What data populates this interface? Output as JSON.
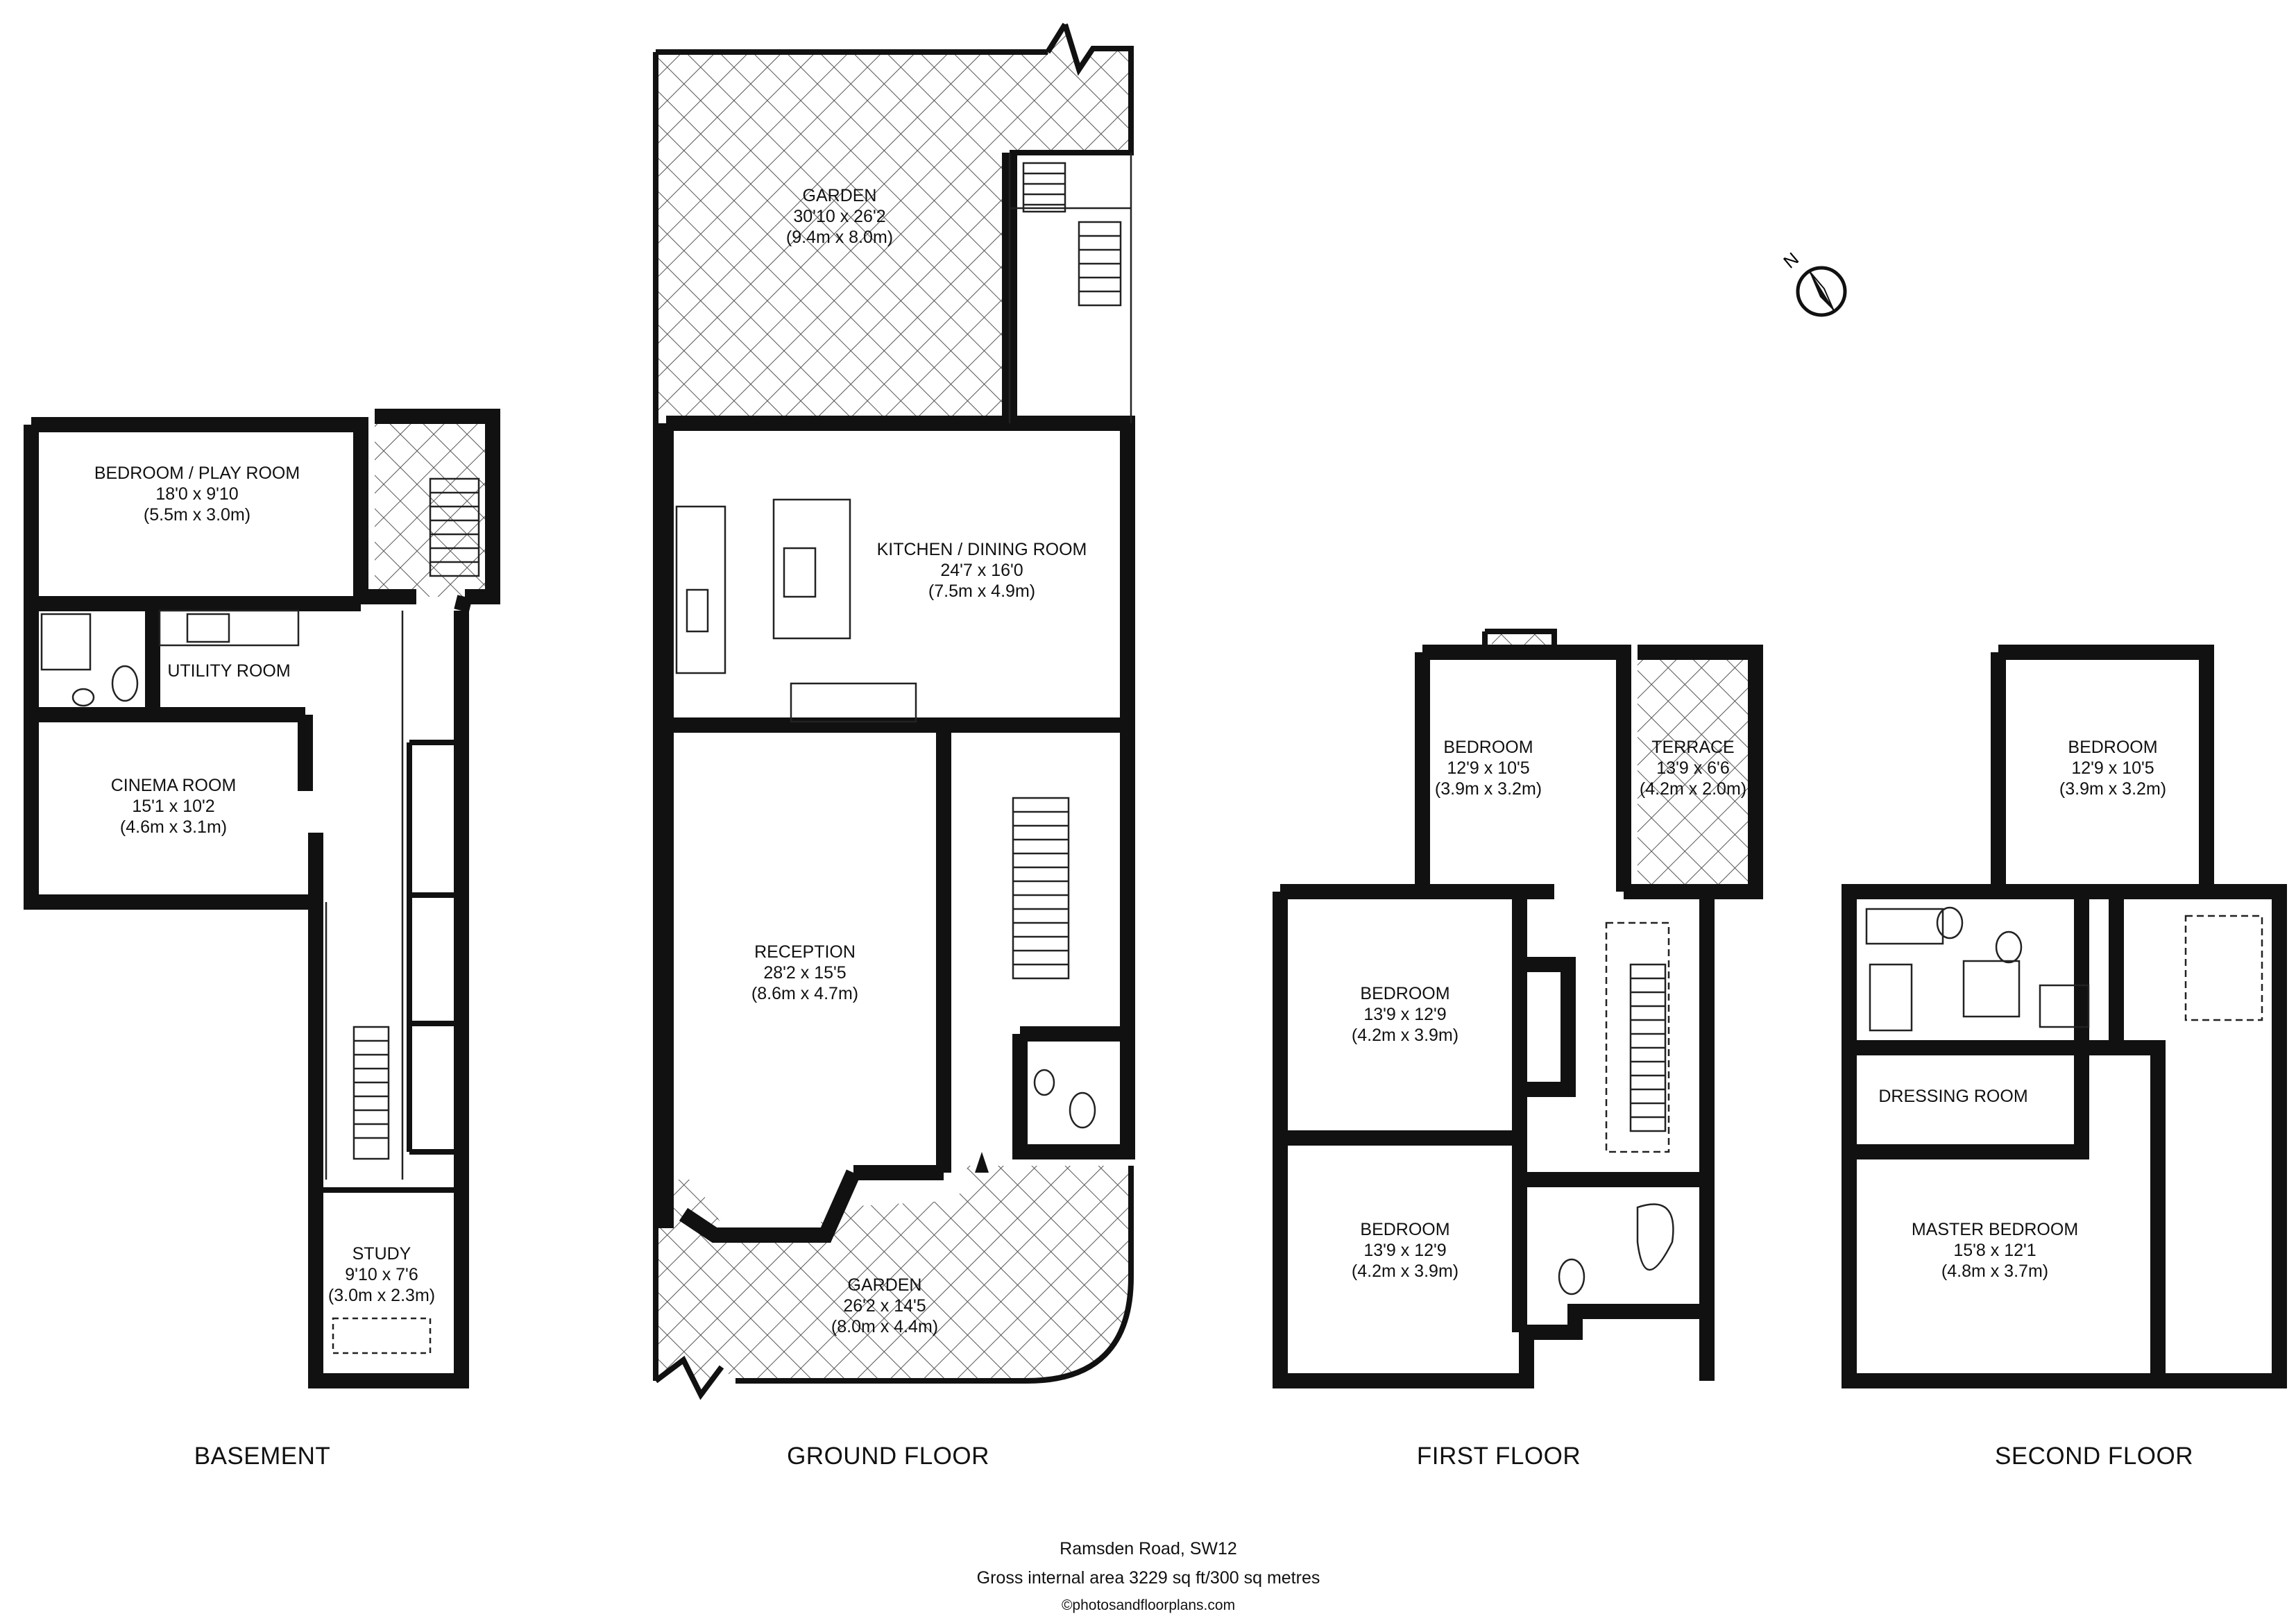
{
  "property": {
    "address": "Ramsden Road, SW12",
    "gross_area": "Gross internal area 3229 sq ft/300 sq metres",
    "copyright": "©photosandfloorplans.com"
  },
  "compass": {
    "label": "N"
  },
  "floors": {
    "basement": {
      "label": "BASEMENT",
      "rooms": {
        "bedroom_play": {
          "name": "BEDROOM / PLAY ROOM",
          "dim_imperial": "18'0 x 9'10",
          "dim_metric": "(5.5m x 3.0m)"
        },
        "utility": {
          "name": "UTILITY ROOM"
        },
        "cinema": {
          "name": "CINEMA ROOM",
          "dim_imperial": "15'1 x 10'2",
          "dim_metric": "(4.6m x 3.1m)"
        },
        "study": {
          "name": "STUDY",
          "dim_imperial": "9'10 x 7'6",
          "dim_metric": "(3.0m x 2.3m)"
        }
      }
    },
    "ground": {
      "label": "GROUND FLOOR",
      "rooms": {
        "garden_rear": {
          "name": "GARDEN",
          "dim_imperial": "30'10 x 26'2",
          "dim_metric": "(9.4m x 8.0m)"
        },
        "kitchen": {
          "name": "KITCHEN / DINING ROOM",
          "dim_imperial": "24'7 x 16'0",
          "dim_metric": "(7.5m x 4.9m)"
        },
        "reception": {
          "name": "RECEPTION",
          "dim_imperial": "28'2 x 15'5",
          "dim_metric": "(8.6m x 4.7m)"
        },
        "garden_front": {
          "name": "GARDEN",
          "dim_imperial": "26'2 x 14'5",
          "dim_metric": "(8.0m x 4.4m)"
        }
      }
    },
    "first": {
      "label": "FIRST FLOOR",
      "rooms": {
        "bedroom_top": {
          "name": "BEDROOM",
          "dim_imperial": "12'9 x 10'5",
          "dim_metric": "(3.9m x 3.2m)"
        },
        "terrace": {
          "name": "TERRACE",
          "dim_imperial": "13'9 x 6'6",
          "dim_metric": "(4.2m x 2.0m)"
        },
        "bedroom_mid": {
          "name": "BEDROOM",
          "dim_imperial": "13'9 x 12'9",
          "dim_metric": "(4.2m x 3.9m)"
        },
        "bedroom_low": {
          "name": "BEDROOM",
          "dim_imperial": "13'9 x 12'9",
          "dim_metric": "(4.2m x 3.9m)"
        }
      }
    },
    "second": {
      "label": "SECOND FLOOR",
      "rooms": {
        "bedroom": {
          "name": "BEDROOM",
          "dim_imperial": "12'9 x 10'5",
          "dim_metric": "(3.9m x 3.2m)"
        },
        "dressing": {
          "name": "DRESSING ROOM"
        },
        "master": {
          "name": "MASTER BEDROOM",
          "dim_imperial": "15'8 x 12'1",
          "dim_metric": "(4.8m x 3.7m)"
        }
      }
    }
  }
}
